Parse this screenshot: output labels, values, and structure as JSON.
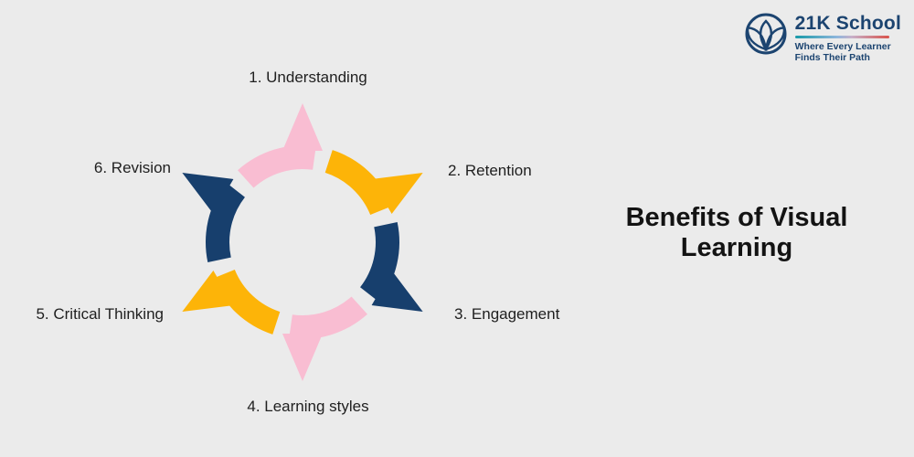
{
  "page": {
    "background": "#ebebeb"
  },
  "logo": {
    "name": "21K School",
    "tagline_line1": "Where Every Learner",
    "tagline_line2": "Finds Their Path",
    "brand_color": "#1c4470",
    "divider_gradient": [
      "#189aa8",
      "#8fb6dc",
      "#d9534b"
    ]
  },
  "title": "Benefits of Visual Learning",
  "diagram": {
    "type": "cycle",
    "labels": [
      {
        "text": "1. Understanding"
      },
      {
        "text": "2. Retention"
      },
      {
        "text": "3. Engagement"
      },
      {
        "text": "4. Learning styles"
      },
      {
        "text": "5. Critical Thinking"
      },
      {
        "text": "6. Revision"
      }
    ],
    "colors": {
      "pink": "#f9bdd2",
      "yellow": "#fdb408",
      "navy": "#173f6d"
    },
    "arrow_color_order": [
      "pink",
      "yellow",
      "navy",
      "pink",
      "yellow",
      "navy"
    ]
  }
}
